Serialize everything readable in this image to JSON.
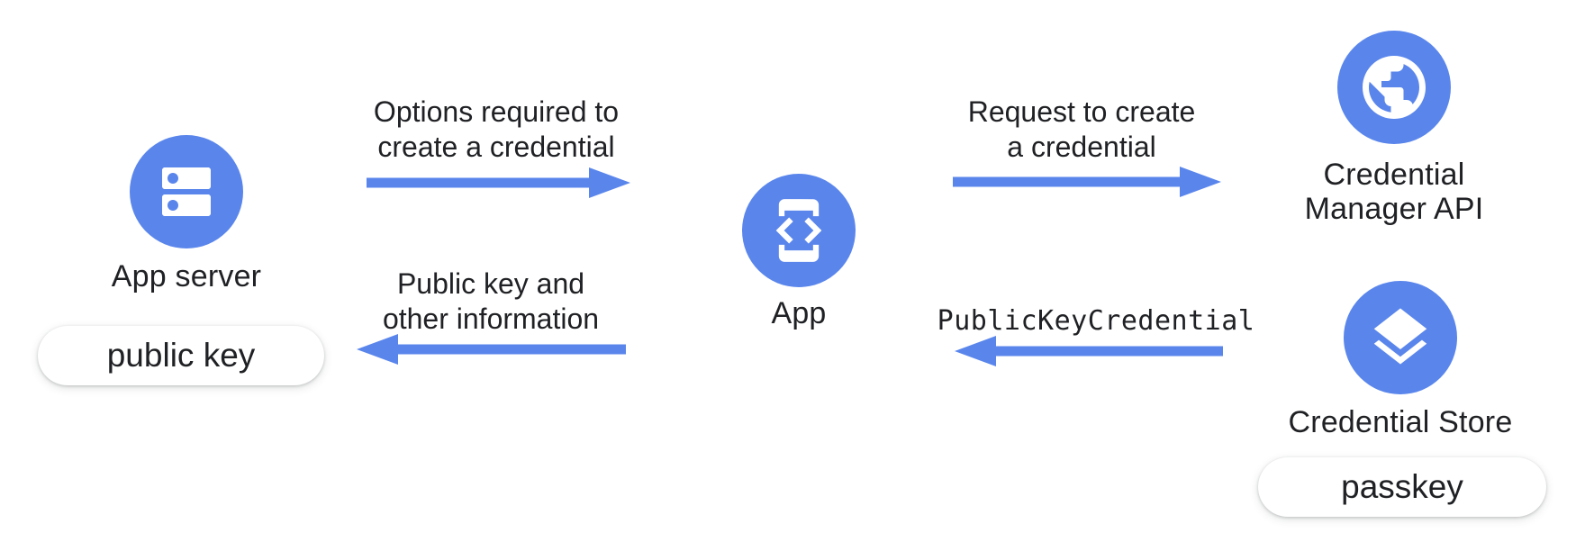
{
  "colors": {
    "accent_blue": "#5A86EC",
    "text_color": "#202124",
    "pill_bg": "#ffffff",
    "bg": "#ffffff"
  },
  "nodes": {
    "app_server": {
      "label": "App server",
      "icon": "server-dns-icon",
      "badge": "public key"
    },
    "app": {
      "label": "App",
      "icon": "phone-code-icon"
    },
    "credential_manager_api": {
      "label_line1": "Credential",
      "label_line2": "Manager API",
      "icon": "globe-icon"
    },
    "credential_store": {
      "label": "Credential Store",
      "icon": "layers-icon",
      "badge": "passkey"
    }
  },
  "flows": {
    "options": {
      "label_line1": "Options required to",
      "label_line2": "create a credential",
      "direction": "right",
      "from": "App server",
      "to": "App"
    },
    "public_key_info": {
      "label_line1": "Public key and",
      "label_line2": "other information",
      "direction": "left",
      "from": "App",
      "to": "App server"
    },
    "request_create": {
      "label_line1": "Request to create",
      "label_line2": "a credential",
      "direction": "right",
      "from": "App",
      "to": "Credential Manager API"
    },
    "public_key_credential": {
      "label": "PublicKeyCredential",
      "direction": "left",
      "from": "Credential Store",
      "to": "App"
    }
  }
}
